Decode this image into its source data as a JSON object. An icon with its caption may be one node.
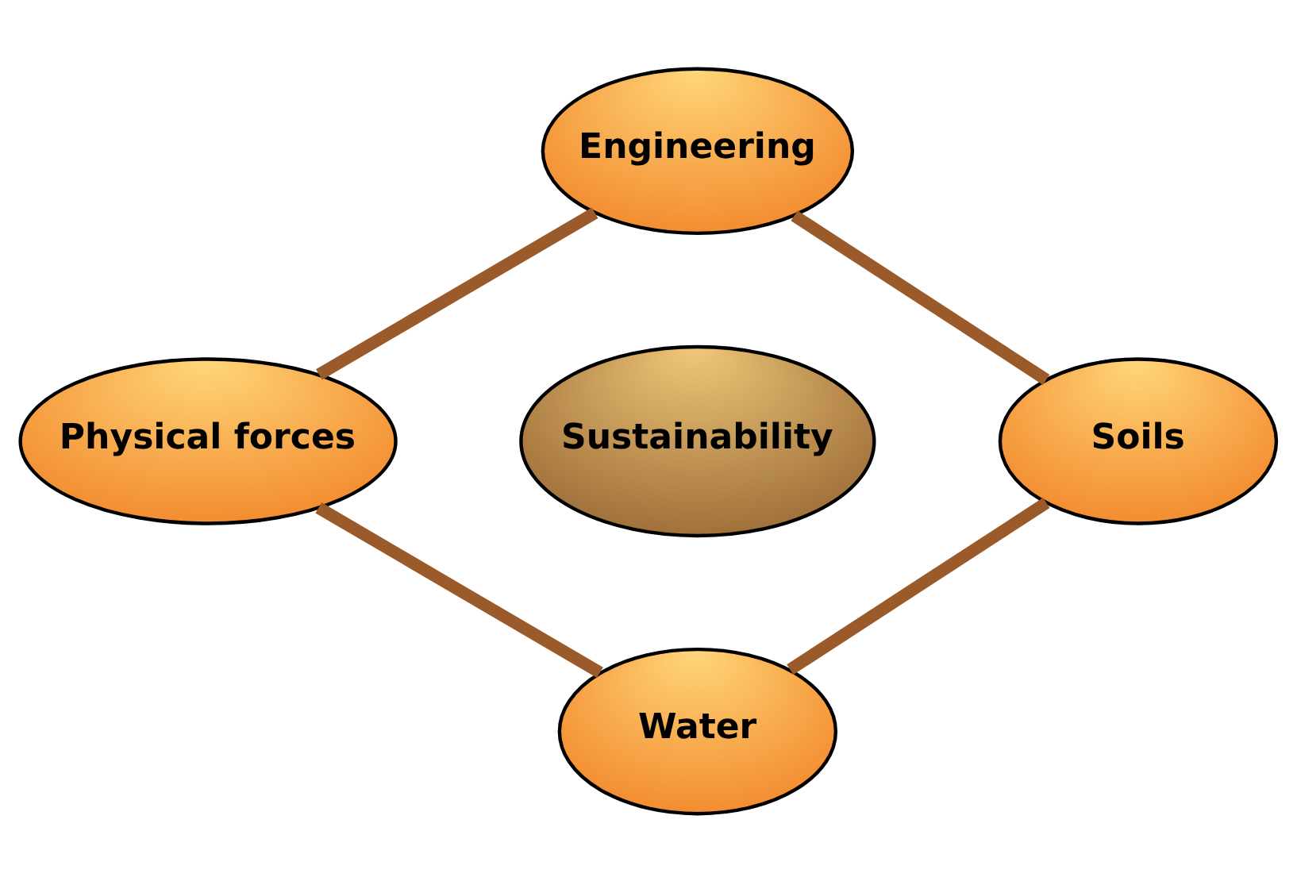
{
  "diagram": {
    "nodes": [
      {
        "text": [
          "Engineering"
        ]
      },
      {
        "text": [
          "Physical forces"
        ]
      },
      {
        "text": [
          "Sustainability"
        ]
      },
      {
        "text": [
          "Soils"
        ]
      },
      {
        "text": [
          "Water"
        ]
      }
    ],
    "edges": [
      {
        "from": 0,
        "to": 3,
        "arrow": "none"
      },
      {
        "from": 3,
        "to": 4,
        "arrow": "none"
      },
      {
        "from": 4,
        "to": 1,
        "arrow": "none"
      },
      {
        "from": 1,
        "to": 0,
        "arrow": "none"
      }
    ]
  }
}
